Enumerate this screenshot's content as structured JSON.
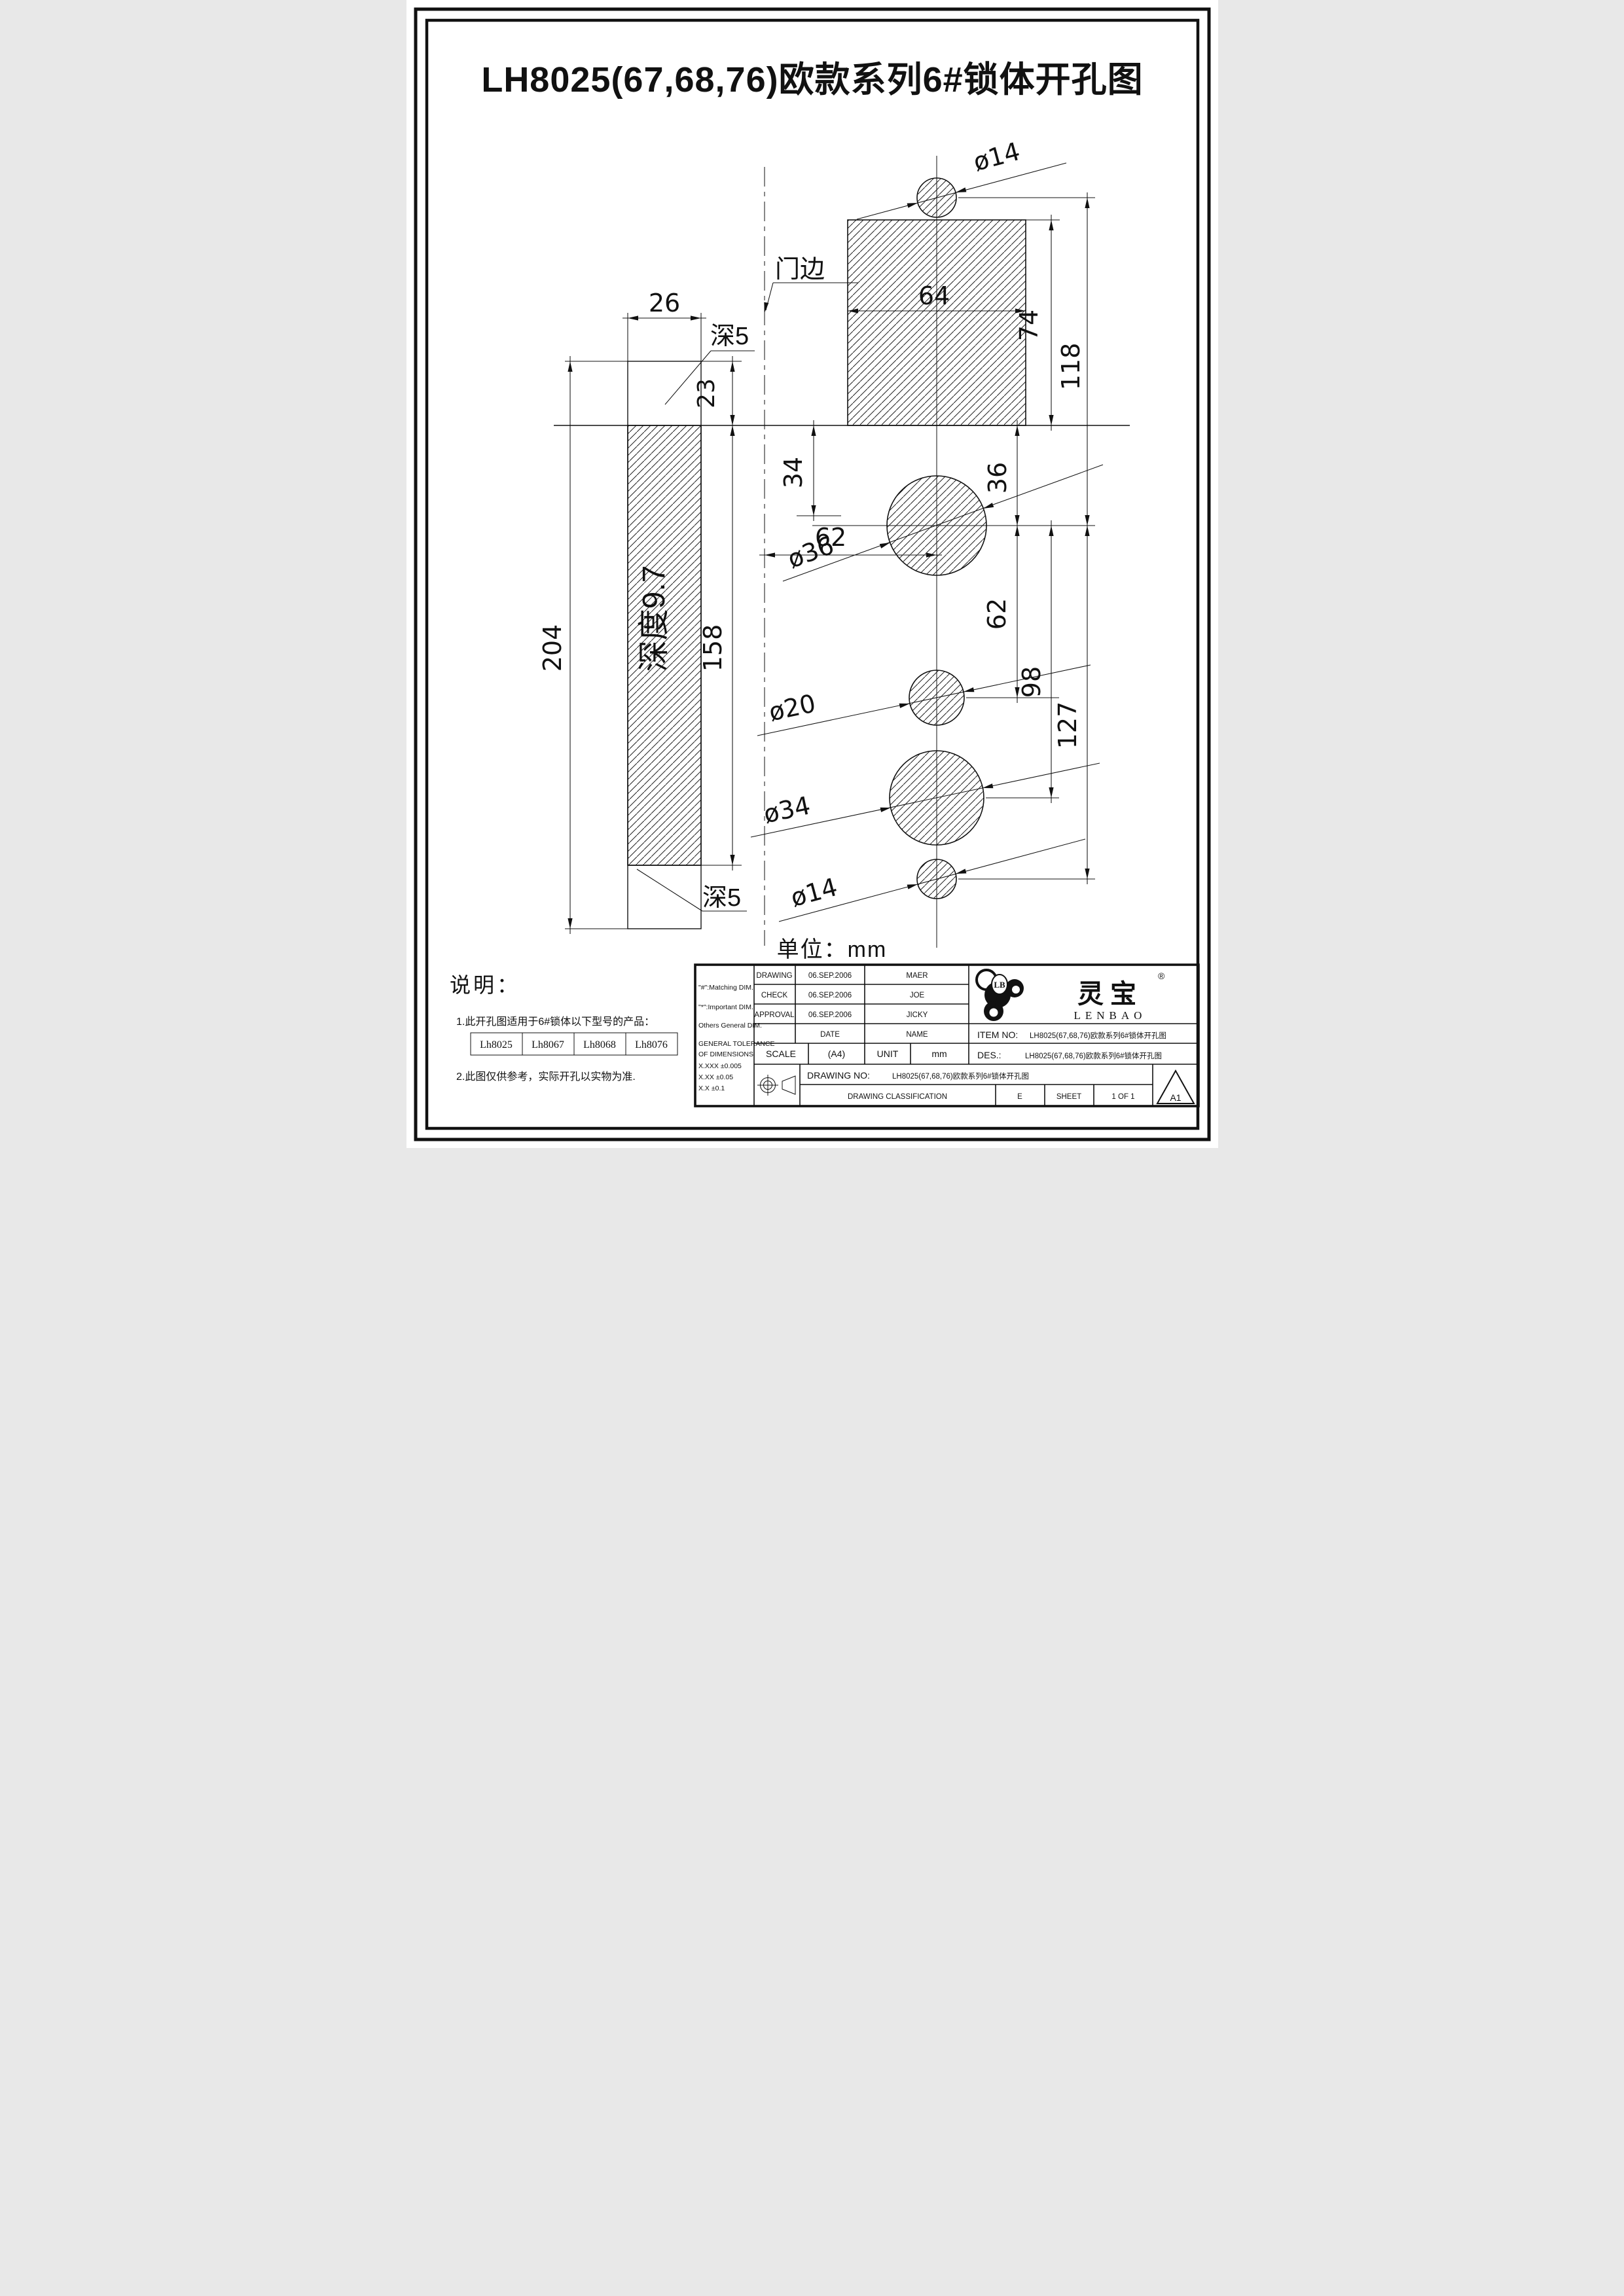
{
  "title": "LH8025(67,68,76)欧款系列6#锁体开孔图",
  "unit_note": "单位：mm",
  "labels": {
    "door_edge": "门边",
    "depth5_top": "深5",
    "depth5_bottom": "深5",
    "depth97": "深度9.7"
  },
  "dims": {
    "w26": "26",
    "h23": "23",
    "h204": "204",
    "h158": "158",
    "w64": "64",
    "h74": "74",
    "h118": "118",
    "h36": "36",
    "h34": "34",
    "w62": "62",
    "v62": "62",
    "v98": "98",
    "v127": "127"
  },
  "holes": {
    "top14": "ø14",
    "d36": "ø36",
    "d20": "ø20",
    "d34": "ø34",
    "bottom14": "ø14"
  },
  "notes": {
    "heading": "说明：",
    "n1": "1.此开孔图适用于6#锁体以下型号的产品：",
    "models": [
      "Lh8025",
      "Lh8067",
      "Lh8068",
      "Lh8076"
    ],
    "n2": "2.此图仅供参考，实际开孔以实物为准."
  },
  "title_block": {
    "rows": [
      {
        "label": "DRAWING",
        "date": "06.SEP.2006",
        "name": "MAER"
      },
      {
        "label": "CHECK",
        "date": "06.SEP.2006",
        "name": "JOE"
      },
      {
        "label": "APPROVAL",
        "date": "06.SEP.2006",
        "name": "JICKY"
      }
    ],
    "date_header": "DATE",
    "name_header": "NAME",
    "scale_label": "SCALE",
    "scale_value": "(A4)",
    "unit_label": "UNIT",
    "unit_value": "mm",
    "item_label": "ITEM NO:",
    "item_value": "LH8025(67,68,76)欧款系列6#锁体开孔图",
    "des_label": "DES.:",
    "des_value": "LH8025(67,68,76)欧款系列6#锁体开孔图",
    "drawing_no_label": "DRAWING NO:",
    "drawing_no_value": "LH8025(67,68,76)欧款系列6#锁体开孔图",
    "classification_label": "DRAWING CLASSIFICATION",
    "classification_value": "E",
    "sheet_label": "SHEET",
    "sheet_value": "1 OF 1",
    "size_code": "A1",
    "legend": [
      "\"#\":Matching  DIM.",
      "\"*\":Important  DIM.",
      "Others General  DIM."
    ],
    "tolerance": [
      "GENERAL TOLERANCE",
      "OF DIMENSIONS",
      "X.XXX  ±0.005",
      "X.XX   ±0.05",
      "X.X      ±0.1"
    ],
    "brand": {
      "cn": "灵宝",
      "reg": "®",
      "en": "LENBAO",
      "monogram": "LB"
    }
  }
}
